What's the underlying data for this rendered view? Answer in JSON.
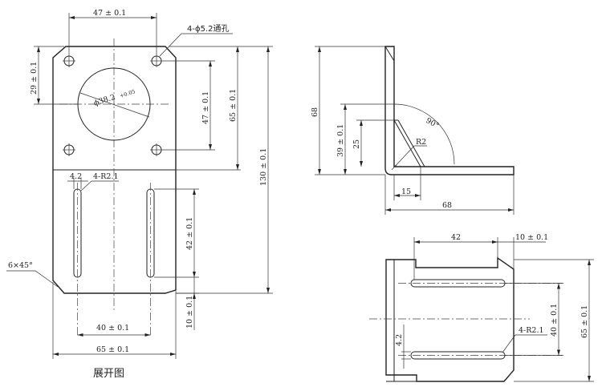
{
  "flat_pattern": {
    "width_top": "47 ± 0.1",
    "hole_note": "4-ϕ5.2通孔",
    "hole_offset": "29 ± 0.1",
    "bore_dia": "ϕ38.2",
    "bore_tol": "+0.05",
    "hole_spacing_v": "47 ± 0.1",
    "upper_height": "65 ± 0.1",
    "overall_height": "130 ± 0.1",
    "slot_width": "4.2",
    "slot_radius": "4-R2.1",
    "chamfer": "6×45°",
    "slot_length": "42 ± 0.1",
    "bottom_margin": "10 ± 0.1",
    "slot_spacing": "40 ± 0.1",
    "overall_width": "65 ± 0.1",
    "caption": "展开图"
  },
  "side_view": {
    "height": "68",
    "gusset_height": "39 ± 0.1",
    "gusset_inner": "25",
    "angle": "90°",
    "bend_radius": "R2",
    "gusset_base": "15",
    "length": "68"
  },
  "top_view": {
    "slot_length": "42",
    "edge_offset": "10 ± 0.1",
    "slot_spacing": "40 ± 0.1",
    "width": "65 ± 0.1",
    "slot_width": "4.2",
    "slot_radius": "4-R2.1"
  }
}
